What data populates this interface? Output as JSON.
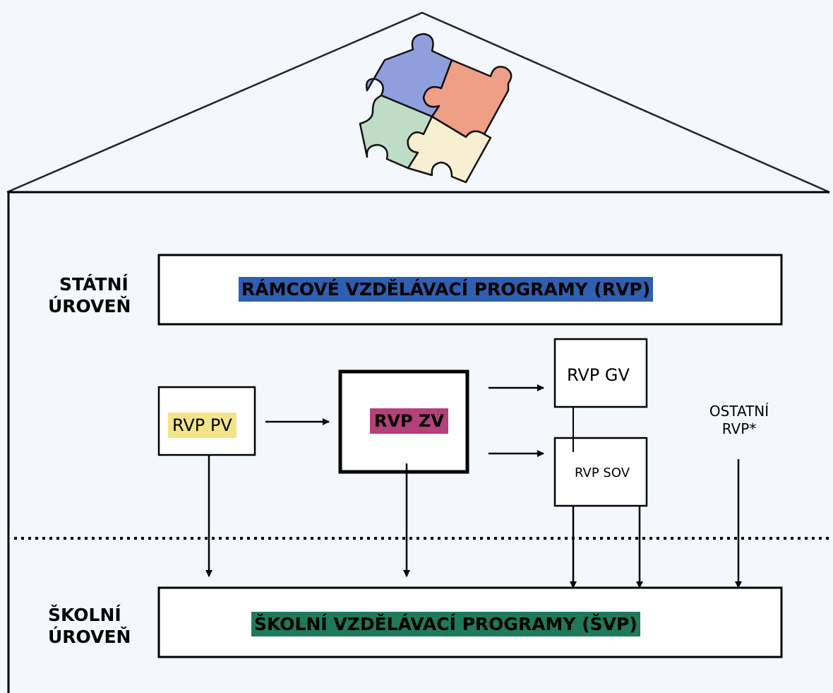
{
  "levels": {
    "state_line1": "STÁTNÍ",
    "state_line2": "ÚROVEŇ",
    "school_line1": "ŠKOLNÍ",
    "school_line2": "ÚROVEŇ"
  },
  "boxes": {
    "rvp_main": "RÁMCOVÉ VZDĚLÁVACÍ PROGRAMY (RVP)",
    "rvp_pv": "RVP PV",
    "rvp_zv": "RVP ZV",
    "rvp_gv": "RVP GV",
    "rvp_sov": "RVP SOV",
    "ostatni_line1": "OSTATNÍ",
    "ostatni_line2": "RVP*",
    "svp_main": "ŠKOLNÍ VZDĚLÁVACÍ PROGRAMY (ŠVP)"
  },
  "colors": {
    "rvp_highlight": "#2f5fb0",
    "pv_highlight": "#f3e48a",
    "zv_highlight": "#b5407a",
    "svp_highlight": "#1f7a5c",
    "puzzle_blue": "#8f9fde",
    "puzzle_salmon": "#ee9f86",
    "puzzle_green": "#bfdcc6",
    "puzzle_cream": "#f7efd2"
  }
}
